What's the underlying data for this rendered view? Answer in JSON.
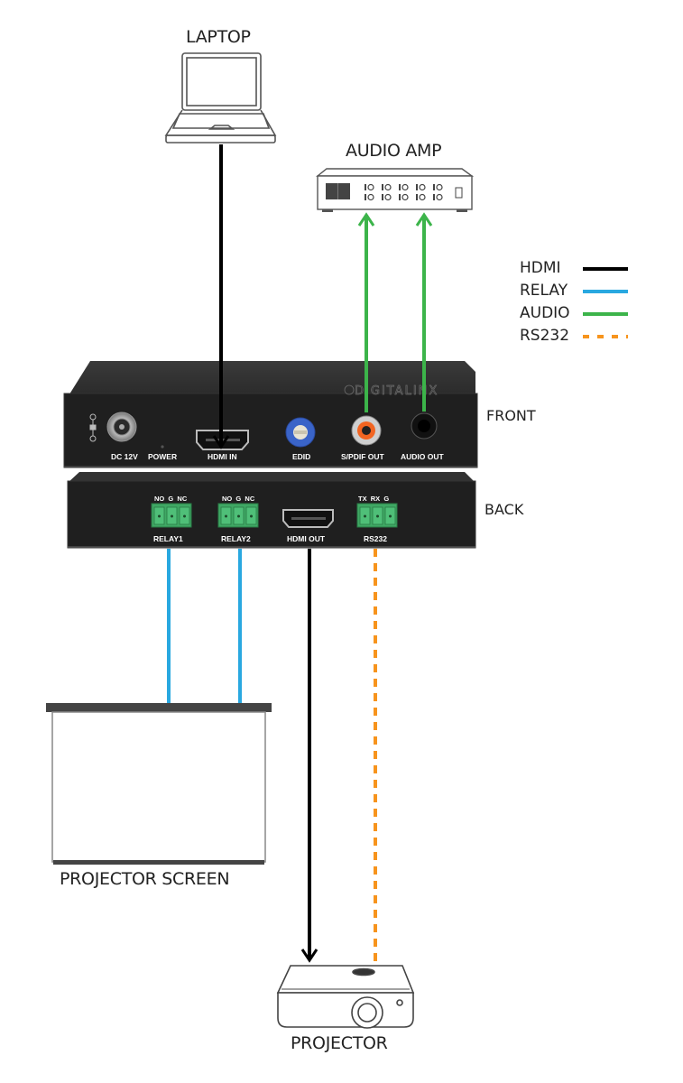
{
  "title": "DigitaLinx HDMI Extender Connection Diagram",
  "devices": {
    "laptop": "LAPTOP",
    "audio_amp": "AUDIO AMP",
    "projector_screen": "PROJECTOR SCREEN",
    "projector": "PROJECTOR"
  },
  "unit": {
    "brand": "DIGITALINX",
    "front_label": "FRONT",
    "back_label": "BACK",
    "front_ports": [
      "DC 12V",
      "POWER",
      "HDMI IN",
      "EDID",
      "S/PDIF OUT",
      "AUDIO OUT"
    ],
    "back_ports": [
      "RELAY1",
      "RELAY2",
      "HDMI OUT",
      "RS232"
    ],
    "relay1_pins": "NO  G  NC",
    "relay2_pins": "NO  G  NC",
    "rs232_pins": "TX  RX  G"
  },
  "legend": [
    {
      "label": "HDMI",
      "color": "#000000",
      "style": "solid"
    },
    {
      "label": "RELAY",
      "color": "#29a8e0",
      "style": "solid"
    },
    {
      "label": "AUDIO",
      "color": "#3cb44a",
      "style": "solid"
    },
    {
      "label": "RS232",
      "color": "#f7941d",
      "style": "dashed"
    }
  ],
  "connections": [
    {
      "from": "LAPTOP",
      "to": "HDMI IN",
      "type": "HDMI"
    },
    {
      "from": "S/PDIF OUT",
      "to": "AUDIO AMP",
      "type": "AUDIO"
    },
    {
      "from": "AUDIO OUT",
      "to": "AUDIO AMP",
      "type": "AUDIO"
    },
    {
      "from": "RELAY1",
      "to": "PROJECTOR SCREEN",
      "type": "RELAY"
    },
    {
      "from": "RELAY2",
      "to": "PROJECTOR SCREEN",
      "type": "RELAY"
    },
    {
      "from": "HDMI OUT",
      "to": "PROJECTOR",
      "type": "HDMI"
    },
    {
      "from": "RS232",
      "to": "PROJECTOR",
      "type": "RS232"
    }
  ]
}
